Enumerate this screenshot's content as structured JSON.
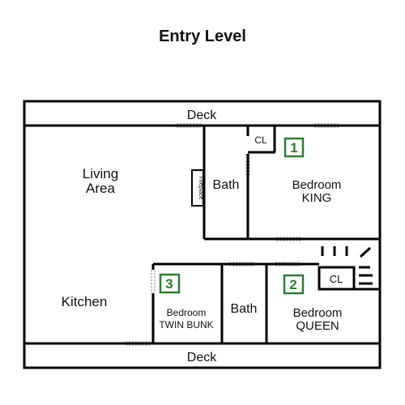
{
  "title": "Entry Level",
  "rooms": {
    "deck_top": "Deck",
    "deck_bottom": "Deck",
    "living_line1": "Living",
    "living_line2": "Area",
    "fireplace": "Fireplace",
    "bath_upper": "Bath",
    "closet_upper": "CL",
    "bedroom_king_line1": "Bedroom",
    "bedroom_king_line2": "KING",
    "kitchen": "Kitchen",
    "bedroom_twin_line1": "Bedroom",
    "bedroom_twin_line2": "TWIN BUNK",
    "bath_lower": "Bath",
    "bedroom_queen_line1": "Bedroom",
    "bedroom_queen_line2": "QUEEN",
    "closet_lower": "CL"
  },
  "badges": {
    "king": "1",
    "queen": "2",
    "twin": "3"
  },
  "colors": {
    "wall": "#000000",
    "badge": "#2e7d32",
    "door": "#9a9a9a"
  }
}
